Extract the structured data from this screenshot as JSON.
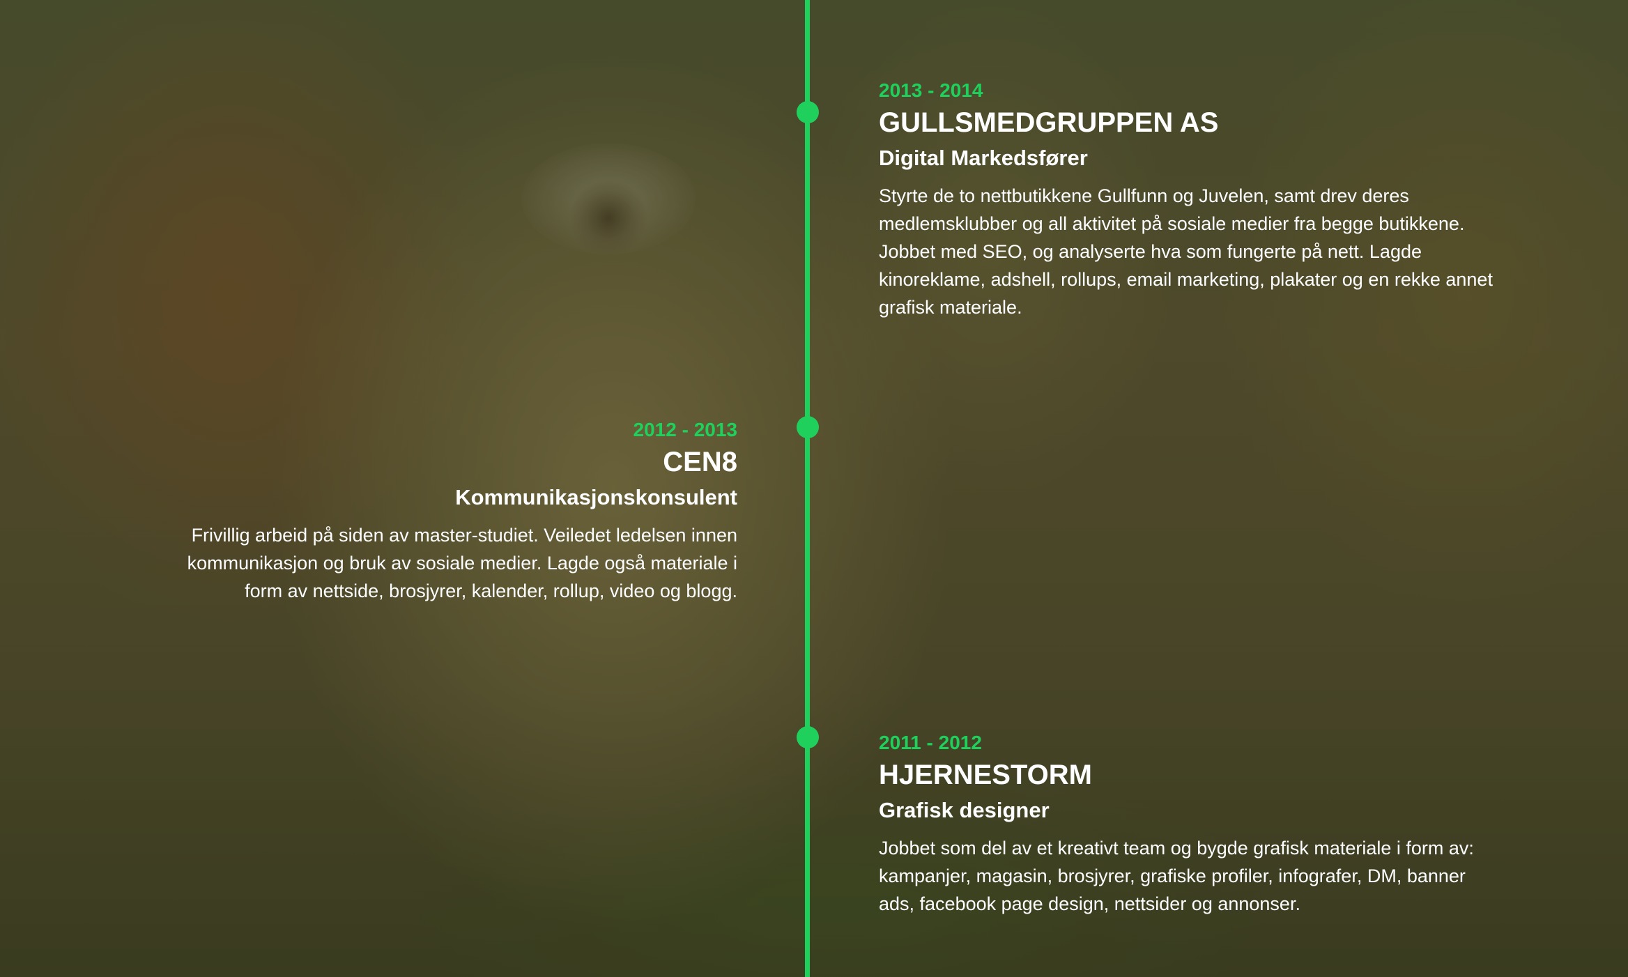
{
  "timeline": {
    "entries": [
      {
        "years": "2013 - 2014",
        "company": "GULLSMEDGRUPPEN AS",
        "role": "Digital Markedsfører",
        "description": "Styrte de to nettbutikkene Gullfunn og Juvelen, samt drev deres medlemsklubber og all aktivitet på sosiale medier fra begge butikkene. Jobbet med SEO, og analyserte hva som fungerte på nett. Lagde kinoreklame, adshell, rollups, email marketing, plakater og en rekke annet grafisk materiale."
      },
      {
        "years": "2012 - 2013",
        "company": "CEN8",
        "role": "Kommunikasjonskonsulent",
        "description": "Frivillig arbeid på siden av master-studiet. Veiledet ledelsen innen kommunikasjon og bruk av sosiale medier. Lagde også materiale i form av nettside, brosjyrer, kalender, rollup, video og blogg."
      },
      {
        "years": "2011 - 2012",
        "company": "HJERNESTORM",
        "role": "Grafisk designer",
        "description": "Jobbet som del av et kreativt team og bygde grafisk materiale i form av: kampanjer, magasin, brosjyrer, grafiske profiler, infografer, DM, banner ads, facebook page design, nettsider og annonser."
      }
    ]
  },
  "colors": {
    "accent": "#1fd15c",
    "text": "#ffffff"
  }
}
